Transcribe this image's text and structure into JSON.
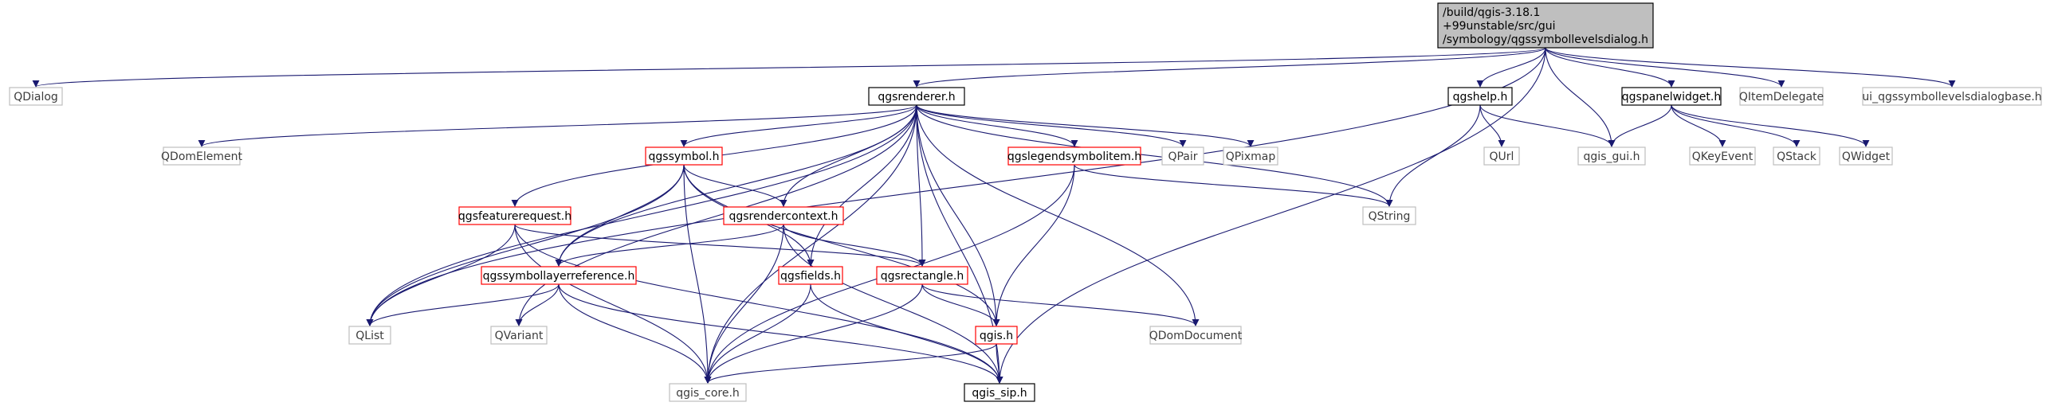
{
  "colors": {
    "edge": "#191970",
    "root_fill": "#bfbfbf",
    "box_black": "#000000",
    "box_red": "#ff0000",
    "box_gray": "#bfbfbf",
    "text_black": "#000000",
    "text_gray": "#3c3c3c"
  },
  "nodes": [
    {
      "id": "root",
      "lines": [
        "/build/qgis-3.18.1",
        "+99unstable/src/gui",
        "/symbology/qgssymbollevelsdialog.h"
      ],
      "style": "root"
    },
    {
      "id": "qdialog",
      "lines": [
        "QDialog"
      ],
      "style": "gray"
    },
    {
      "id": "qgsrenderer",
      "lines": [
        "qgsrenderer.h"
      ],
      "style": "black"
    },
    {
      "id": "qgshelp",
      "lines": [
        "qgshelp.h"
      ],
      "style": "black"
    },
    {
      "id": "qgspanelwidget",
      "lines": [
        "qgspanelwidget.h"
      ],
      "style": "black"
    },
    {
      "id": "qitemdelegate",
      "lines": [
        "QItemDelegate"
      ],
      "style": "gray"
    },
    {
      "id": "uidialogbase",
      "lines": [
        "ui_qgssymbollevelsdialogbase.h"
      ],
      "style": "gray"
    },
    {
      "id": "qdomelement",
      "lines": [
        "QDomElement"
      ],
      "style": "gray"
    },
    {
      "id": "qgssymbol",
      "lines": [
        "qgssymbol.h"
      ],
      "style": "red"
    },
    {
      "id": "qgslegendsymbolitem",
      "lines": [
        "qgslegendsymbolitem.h"
      ],
      "style": "red"
    },
    {
      "id": "qpair",
      "lines": [
        "QPair"
      ],
      "style": "gray"
    },
    {
      "id": "qpixmap",
      "lines": [
        "QPixmap"
      ],
      "style": "gray"
    },
    {
      "id": "qurl",
      "lines": [
        "QUrl"
      ],
      "style": "gray"
    },
    {
      "id": "qgisgui",
      "lines": [
        "qgis_gui.h"
      ],
      "style": "gray"
    },
    {
      "id": "qkeyevent",
      "lines": [
        "QKeyEvent"
      ],
      "style": "gray"
    },
    {
      "id": "qstack",
      "lines": [
        "QStack"
      ],
      "style": "gray"
    },
    {
      "id": "qwidget",
      "lines": [
        "QWidget"
      ],
      "style": "gray"
    },
    {
      "id": "qgsfeaturerequest",
      "lines": [
        "qgsfeaturerequest.h"
      ],
      "style": "red"
    },
    {
      "id": "qgsrendercontext",
      "lines": [
        "qgsrendercontext.h"
      ],
      "style": "red"
    },
    {
      "id": "qstring",
      "lines": [
        "QString"
      ],
      "style": "gray"
    },
    {
      "id": "qgssymbollayerreference",
      "lines": [
        "qgssymbollayerreference.h"
      ],
      "style": "red"
    },
    {
      "id": "qgsfields",
      "lines": [
        "qgsfields.h"
      ],
      "style": "red"
    },
    {
      "id": "qgsrectangle",
      "lines": [
        "qgsrectangle.h"
      ],
      "style": "red"
    },
    {
      "id": "qlist",
      "lines": [
        "QList"
      ],
      "style": "gray"
    },
    {
      "id": "qvariant",
      "lines": [
        "QVariant"
      ],
      "style": "gray"
    },
    {
      "id": "qgis",
      "lines": [
        "qgis.h"
      ],
      "style": "red"
    },
    {
      "id": "qdomdocument",
      "lines": [
        "QDomDocument"
      ],
      "style": "gray"
    },
    {
      "id": "qgiscore",
      "lines": [
        "qgis_core.h"
      ],
      "style": "gray"
    },
    {
      "id": "qgissip",
      "lines": [
        "qgis_sip.h"
      ],
      "style": "black"
    }
  ],
  "edges": [
    [
      "root",
      "qdialog"
    ],
    [
      "root",
      "qgsrenderer"
    ],
    [
      "root",
      "qlist"
    ],
    [
      "root",
      "qgshelp"
    ],
    [
      "root",
      "qgisgui"
    ],
    [
      "root",
      "qgspanelwidget"
    ],
    [
      "root",
      "qitemdelegate"
    ],
    [
      "root",
      "uidialogbase"
    ],
    [
      "root",
      "qgissip"
    ],
    [
      "qgsrenderer",
      "qdomelement"
    ],
    [
      "qgsrenderer",
      "qgssymbol"
    ],
    [
      "qgsrenderer",
      "qgslegendsymbolitem"
    ],
    [
      "qgsrenderer",
      "qpair"
    ],
    [
      "qgsrenderer",
      "qpixmap"
    ],
    [
      "qgsrenderer",
      "qstring"
    ],
    [
      "qgsrenderer",
      "qgsfeaturerequest"
    ],
    [
      "qgsrenderer",
      "qgsrendercontext"
    ],
    [
      "qgsrenderer",
      "qgssymbollayerreference"
    ],
    [
      "qgsrenderer",
      "qgsfields"
    ],
    [
      "qgsrenderer",
      "qgsrectangle"
    ],
    [
      "qgsrenderer",
      "qgis"
    ],
    [
      "qgsrenderer",
      "qlist"
    ],
    [
      "qgsrenderer",
      "qvariant"
    ],
    [
      "qgsrenderer",
      "qdomdocument"
    ],
    [
      "qgsrenderer",
      "qgiscore"
    ],
    [
      "qgsrenderer",
      "qgissip"
    ],
    [
      "qgshelp",
      "qurl"
    ],
    [
      "qgshelp",
      "qgisgui"
    ],
    [
      "qgshelp",
      "qstring"
    ],
    [
      "qgspanelwidget",
      "qgisgui"
    ],
    [
      "qgspanelwidget",
      "qkeyevent"
    ],
    [
      "qgspanelwidget",
      "qstack"
    ],
    [
      "qgspanelwidget",
      "qwidget"
    ],
    [
      "qgssymbol",
      "qgsrendercontext"
    ],
    [
      "qgssymbol",
      "qgssymbollayerreference"
    ],
    [
      "qgssymbol",
      "qgsfields"
    ],
    [
      "qgssymbol",
      "qlist"
    ],
    [
      "qgssymbol",
      "qgis"
    ],
    [
      "qgssymbol",
      "qgiscore"
    ],
    [
      "qgslegendsymbolitem",
      "qstring"
    ],
    [
      "qgslegendsymbolitem",
      "qgis"
    ],
    [
      "qgslegendsymbolitem",
      "qgiscore"
    ],
    [
      "qgsfeaturerequest",
      "qgsrectangle"
    ],
    [
      "qgsfeaturerequest",
      "qlist"
    ],
    [
      "qgsfeaturerequest",
      "qgiscore"
    ],
    [
      "qgsfeaturerequest",
      "qgissip"
    ],
    [
      "qgsrendercontext",
      "qgssymbollayerreference"
    ],
    [
      "qgsrendercontext",
      "qgsrectangle"
    ],
    [
      "qgsrendercontext",
      "qgiscore"
    ],
    [
      "qgsrendercontext",
      "qgissip"
    ],
    [
      "qgssymbollayerreference",
      "qlist"
    ],
    [
      "qgssymbollayerreference",
      "qvariant"
    ],
    [
      "qgssymbollayerreference",
      "qgiscore"
    ],
    [
      "qgssymbollayerreference",
      "qgissip"
    ],
    [
      "qgsfields",
      "qgiscore"
    ],
    [
      "qgsfields",
      "qgissip"
    ],
    [
      "qgsrectangle",
      "qgis"
    ],
    [
      "qgsrectangle",
      "qdomdocument"
    ],
    [
      "qgsrectangle",
      "qgiscore"
    ],
    [
      "qgis",
      "qgiscore"
    ],
    [
      "qgis",
      "qgissip"
    ]
  ]
}
